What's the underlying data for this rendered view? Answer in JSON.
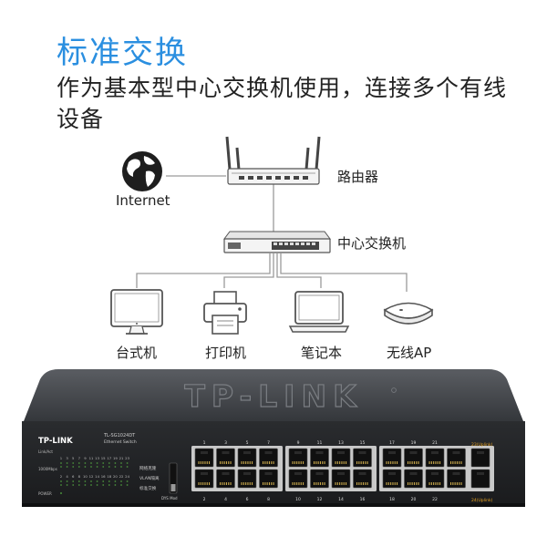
{
  "header": {
    "title": "标准交换",
    "subtitle": "作为基本型中心交换机使用，连接多个有线设备"
  },
  "diagram": {
    "nodes": {
      "internet": "Internet",
      "router": "路由器",
      "switch": "中心交换机",
      "desktop": "台式机",
      "printer": "打印机",
      "laptop": "笔记本",
      "wireless_ap": "无线AP"
    }
  },
  "device": {
    "brand_logo": "TP-LINK",
    "model": "TL-SG1024DT",
    "model_desc": "Ethernet Switch",
    "led_label_link": "Link/Act",
    "led_label_speed": "1000Mbps",
    "led_label_power": "POWER",
    "top_numbers": [
      "1",
      "3",
      "5",
      "7",
      "9",
      "11",
      "13",
      "15",
      "17",
      "19",
      "21",
      "23"
    ],
    "bottom_numbers": [
      "2",
      "4",
      "6",
      "8",
      "10",
      "12",
      "14",
      "16",
      "18",
      "20",
      "22",
      "24"
    ],
    "mode_options": [
      "网络克隆",
      "VLAN隔离",
      "标准交换"
    ],
    "mode_button_label": "DYS Mod",
    "uplink_top": "23(Uplink)",
    "uplink_bottom": "24(Uplink)",
    "uplink_color": "#e8a321"
  }
}
